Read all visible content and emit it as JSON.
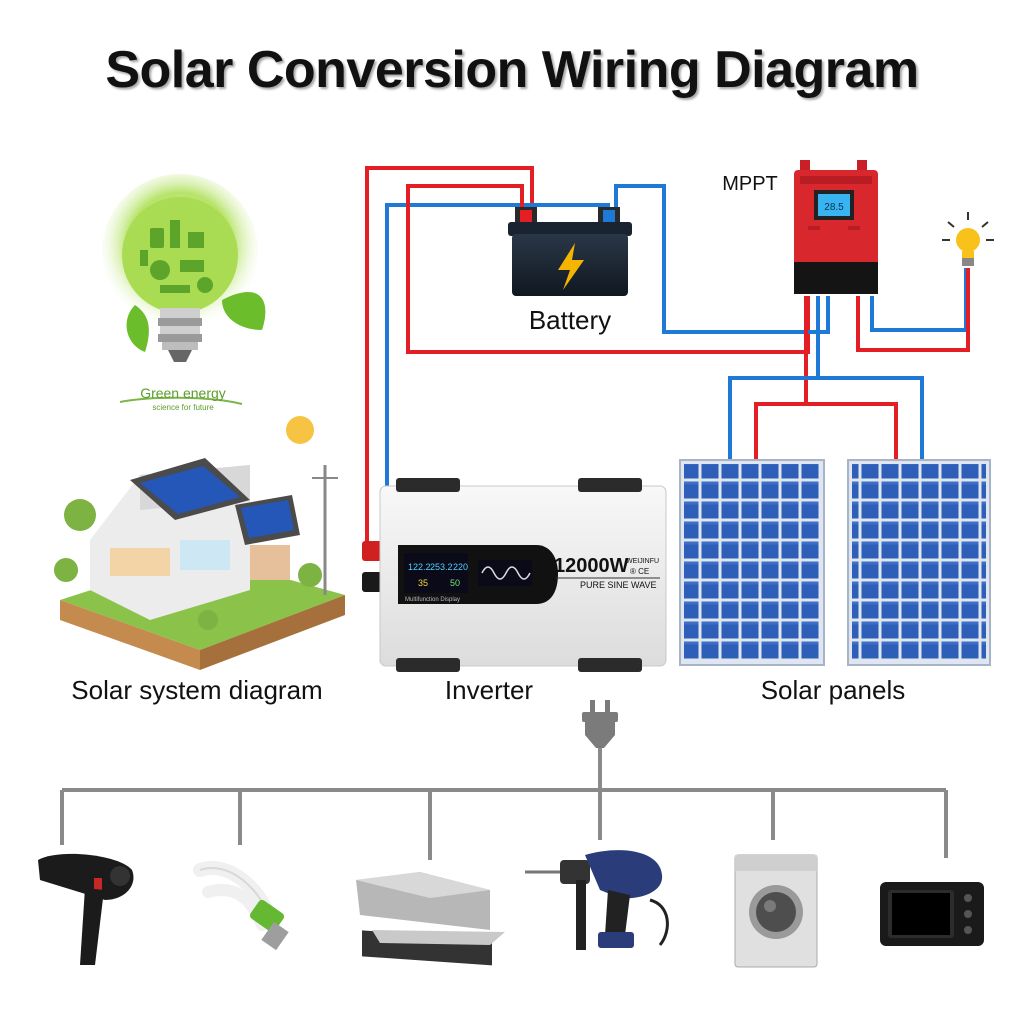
{
  "title": "Solar Conversion Wiring Diagram",
  "labels": {
    "battery": "Battery",
    "mppt": "MPPT",
    "solar_system": "Solar system diagram",
    "inverter": "Inverter",
    "solar_panels": "Solar panels",
    "green_energy": "Green energy",
    "green_energy_sub": "science for future"
  },
  "inverter": {
    "power": "12000W",
    "brand": "WEIJINFU",
    "cert": "® CE",
    "wave": "PURE SINE WAVE",
    "display_caption": "Multifunction Display",
    "lcd_top_left": "122.2",
    "lcd_top_right": "253.2",
    "lcd_top_mid": "220",
    "lcd_bottom_left": "35",
    "lcd_bottom_right": "50"
  },
  "mppt_display": "28.5",
  "colors": {
    "positive_wire": "#e31e24",
    "negative_wire": "#1e7ad6",
    "load_line": "#8a8a8a",
    "mppt_body": "#d9272e",
    "panel_cell": "#2d5fb8",
    "bulb_glow": "#8ed13a"
  },
  "icons": [
    "green-energy-bulb-icon",
    "solar-house-icon",
    "battery-icon",
    "mppt-controller-icon",
    "light-bulb-icon",
    "inverter-icon",
    "solar-panel-icon",
    "plug-icon",
    "hair-dryer-icon",
    "cfl-bulb-icon",
    "printer-icon",
    "drill-icon",
    "washing-machine-icon",
    "microwave-oven-icon"
  ]
}
